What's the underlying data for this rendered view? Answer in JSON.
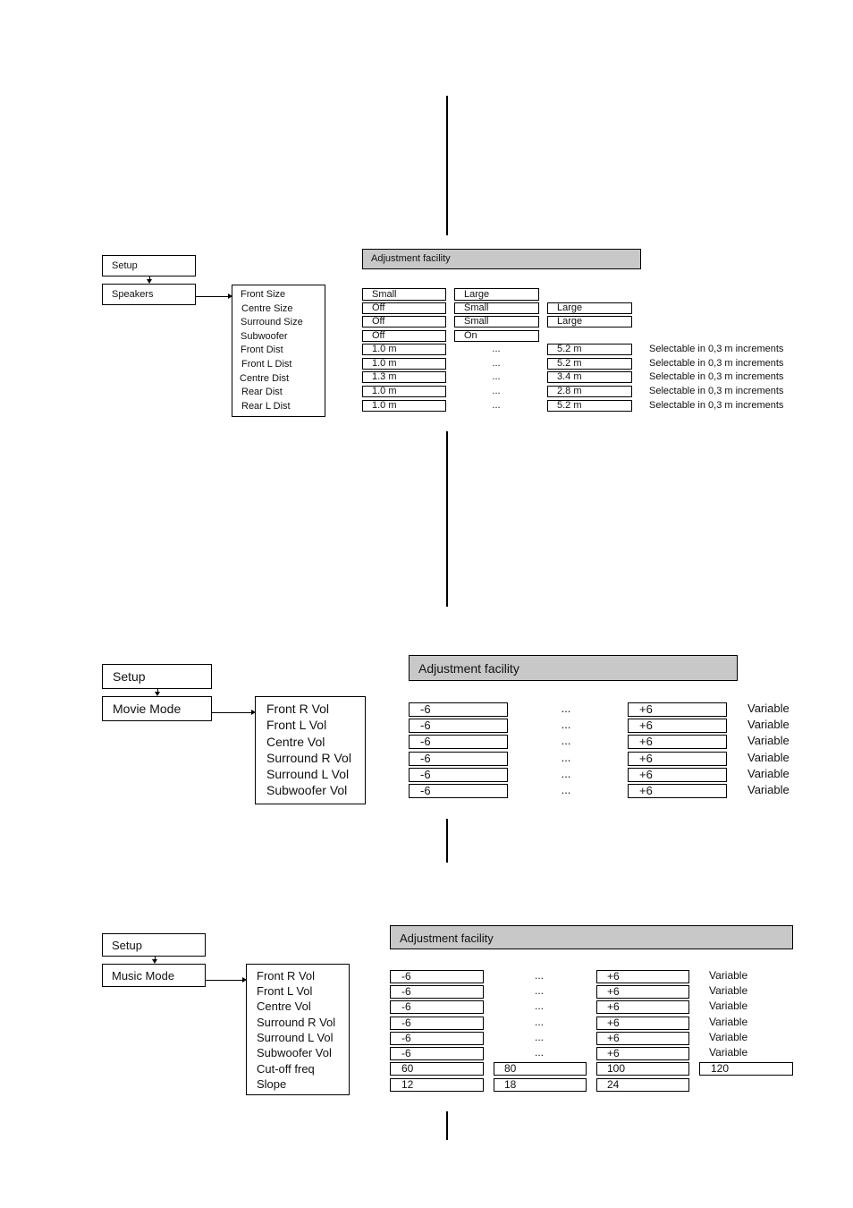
{
  "speakers": {
    "setup_label": "Setup",
    "mode_label": "Speakers",
    "header": "Adjustment facility",
    "menu": [
      "Front Size",
      "Centre Size",
      "Surround Size",
      "Subwoofer",
      "Front Dist",
      "Front L Dist",
      "Centre Dist",
      "Rear Dist",
      "Rear L Dist"
    ],
    "rows": [
      {
        "a": "Small",
        "b": "Large",
        "c": "",
        "d": ""
      },
      {
        "a": "Off",
        "b": "Small",
        "c": "Large",
        "d": ""
      },
      {
        "a": "Off",
        "b": "Small",
        "c": "Large",
        "d": ""
      },
      {
        "a": "Off",
        "b": "On",
        "c": "",
        "d": ""
      },
      {
        "a": "1.0 m",
        "dots": "...",
        "c": "5.2 m",
        "d": "Selectable in 0,3 m increments"
      },
      {
        "a": "1.0 m",
        "dots": "...",
        "c": "5.2 m",
        "d": "Selectable in 0,3 m increments"
      },
      {
        "a": "1.3 m",
        "dots": "...",
        "c": "3.4 m",
        "d": "Selectable in 0,3 m increments"
      },
      {
        "a": "1.0 m",
        "dots": "...",
        "c": "2.8 m",
        "d": "Selectable in 0,3 m increments"
      },
      {
        "a": "1.0 m",
        "dots": "...",
        "c": "5.2 m",
        "d": "Selectable in 0,3 m increments"
      }
    ]
  },
  "movie": {
    "setup_label": "Setup",
    "mode_label": "Movie Mode",
    "header": "Adjustment facility",
    "menu": [
      "Front R Vol",
      "Front L Vol",
      "Centre Vol",
      "Surround R Vol",
      "Surround L Vol",
      "Subwoofer Vol"
    ],
    "rows": [
      {
        "a": "-6",
        "dots": "...",
        "c": "+6",
        "d": "Variable"
      },
      {
        "a": "-6",
        "dots": "...",
        "c": "+6",
        "d": "Variable"
      },
      {
        "a": "-6",
        "dots": "...",
        "c": "+6",
        "d": "Variable"
      },
      {
        "a": "-6",
        "dots": "...",
        "c": "+6",
        "d": "Variable"
      },
      {
        "a": "-6",
        "dots": "...",
        "c": "+6",
        "d": "Variable"
      },
      {
        "a": "-6",
        "dots": "...",
        "c": "+6",
        "d": "Variable"
      }
    ]
  },
  "music": {
    "setup_label": "Setup",
    "mode_label": "Music Mode",
    "header": "Adjustment facility",
    "menu": [
      "Front R Vol",
      "Front L Vol",
      "Centre Vol",
      "Surround R Vol",
      "Surround L Vol",
      "Subwoofer Vol",
      "Cut-off freq",
      "Slope"
    ],
    "rows": [
      {
        "a": "-6",
        "dots": "...",
        "c": "+6",
        "d": "Variable"
      },
      {
        "a": "-6",
        "dots": "...",
        "c": "+6",
        "d": "Variable"
      },
      {
        "a": "-6",
        "dots": "...",
        "c": "+6",
        "d": "Variable"
      },
      {
        "a": "-6",
        "dots": "...",
        "c": "+6",
        "d": "Variable"
      },
      {
        "a": "-6",
        "dots": "...",
        "c": "+6",
        "d": "Variable"
      },
      {
        "a": "-6",
        "dots": "...",
        "c": "+6",
        "d": "Variable"
      },
      {
        "a": "60",
        "b": "80",
        "c": "100",
        "e": "120"
      },
      {
        "a": "12",
        "b": "18",
        "c": "24"
      }
    ]
  }
}
